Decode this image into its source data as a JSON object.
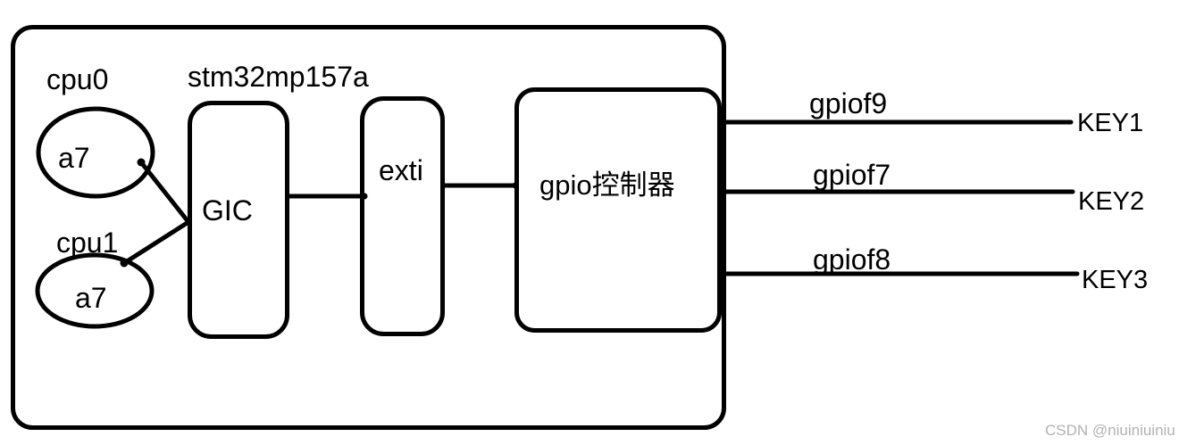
{
  "diagram": {
    "title": "stm32mp157a",
    "cpus": [
      {
        "label": "cpu0",
        "core": "a7"
      },
      {
        "label": "cpu1",
        "core": "a7"
      }
    ],
    "blocks": {
      "gic": "GIC",
      "exti": "exti",
      "gpio": "gpio控制器"
    },
    "pins": [
      {
        "name": "gpiof9",
        "key": "KEY1"
      },
      {
        "name": "gpiof7",
        "key": "KEY2"
      },
      {
        "name": "gpiof8",
        "key": "KEY3"
      }
    ],
    "watermark": "CSDN @niuiniuiniu",
    "colors": {
      "stroke": "#000000",
      "background": "#ffffff",
      "watermark_text": "#b2b2b2"
    }
  }
}
